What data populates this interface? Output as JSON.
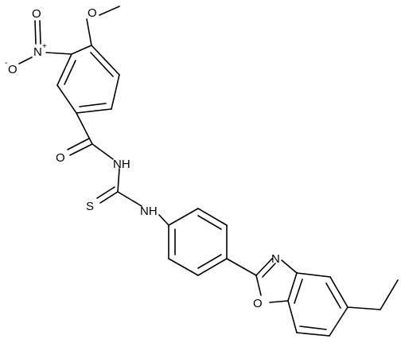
{
  "molecule": {
    "labels": {
      "nitro_n": "N",
      "nitro_n_charge": "+",
      "nitro_o_left": "O",
      "nitro_o_left_charge": "-",
      "nitro_o_top": "O",
      "methoxy_o": "O",
      "carbonyl_o": "O",
      "amide_nh": "NH",
      "thio_s": "S",
      "thio_nh": "NH",
      "oxazole_n": "N",
      "oxazole_o": "O"
    }
  }
}
